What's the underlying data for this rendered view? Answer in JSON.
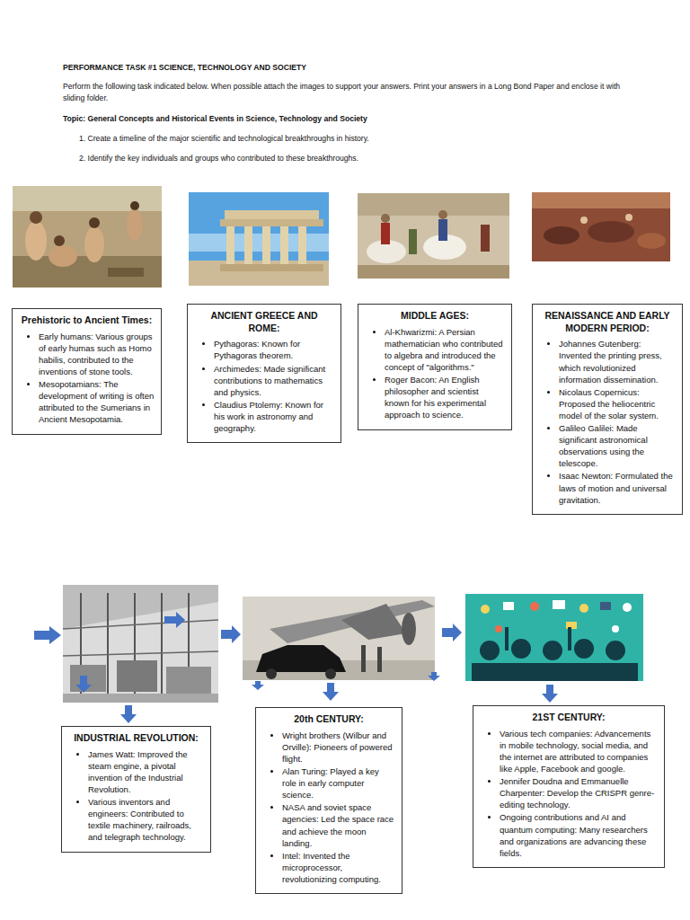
{
  "diagram": {
    "title": "PERFORMANCE TASK #1 SCIENCE, TECHNOLOGY AND SOCIETY",
    "nodes": [
      {
        "text": [
          "Prehistoric to Ancient Times:",
          "Early humans: Various groups of early humas such as Homo habilis, contributed to the inventions of stone tools.",
          "Mesopotamians: The development of writing is often attributed to the Sumerians in Ancient Mesopotamia."
        ]
      },
      {
        "text": [
          "ANCIENT GREECE AND ROME:",
          "Pythagoras: Known for Pythagoras theorem.",
          "Archimedes: Made significant contributions to mathematics and physics.",
          "Claudius Ptolemy: Known for his work in astronomy and geography."
        ]
      },
      {
        "text": [
          "MIDDLE AGES:",
          "Al-Khwarizmi: A Persian mathematician who contributed to algebra and introduced the concept of \"algorithms.\"",
          "Roger Bacon: An English philosopher and scientist known for his experimental approach to science."
        ]
      },
      {
        "text": [
          "RENAISSANCE AND EARLY MODERN PERIOD:",
          "Johannes Gutenberg: Invented the printing press, which revolutionized information dissemination.",
          "Nicolaus Copernicus: Proposed the heliocentric model of the solar system.",
          "Galileo Galilei: Made significant astronomical observations using the telescope.",
          "Isaac Newton: Formulated the laws of motion and universal gravitation."
        ]
      },
      {
        "text": [
          "INDUSTRIAL REVOLUTION:",
          "James Watt: Improved the steam engine, a pivotal invention of the Industrial Revolution.",
          "Various inventors and engineers: Contributed to textile machinery, railroads, and telegraph technology."
        ]
      },
      {
        "text": [
          "20th CENTURY:",
          "Wright brothers (Wilbur and Orville): Pioneers of powered flight.",
          "Alan Turing: Played a key role in early computer science.",
          "NASA and soviet space agencies: Led the space race and achieve the moon landing.",
          "Intel: Invented the microprocessor, revolutionizing computing."
        ]
      },
      {
        "text": [
          "21ST CENTURY:",
          "Various tech companies: Advancements in mobile technology, social media, and the internet are attributed to companies like Apple, Facebook and google.",
          "Jennifer Doudna and Emmanuelle Charpenter: Develop the CRISPR genre-editing technology.",
          "Ongoing contributions and AI and quantum computing: Many researchers and organizations are advancing these fields."
        ]
      }
    ],
    "labels": [
      "Perform the following task indicated below. When possible attach the images to support your answers. Print your answers in a Long Bond Paper and enclose it with sliding folder.",
      "Topic: General Concepts and Historical Events in Science, Technology and Society",
      "1. Create a timeline of the major scientific and technological breakthroughs in history.",
      "2. Identify the key individuals and groups who contributed to these breakthroughs."
    ]
  }
}
